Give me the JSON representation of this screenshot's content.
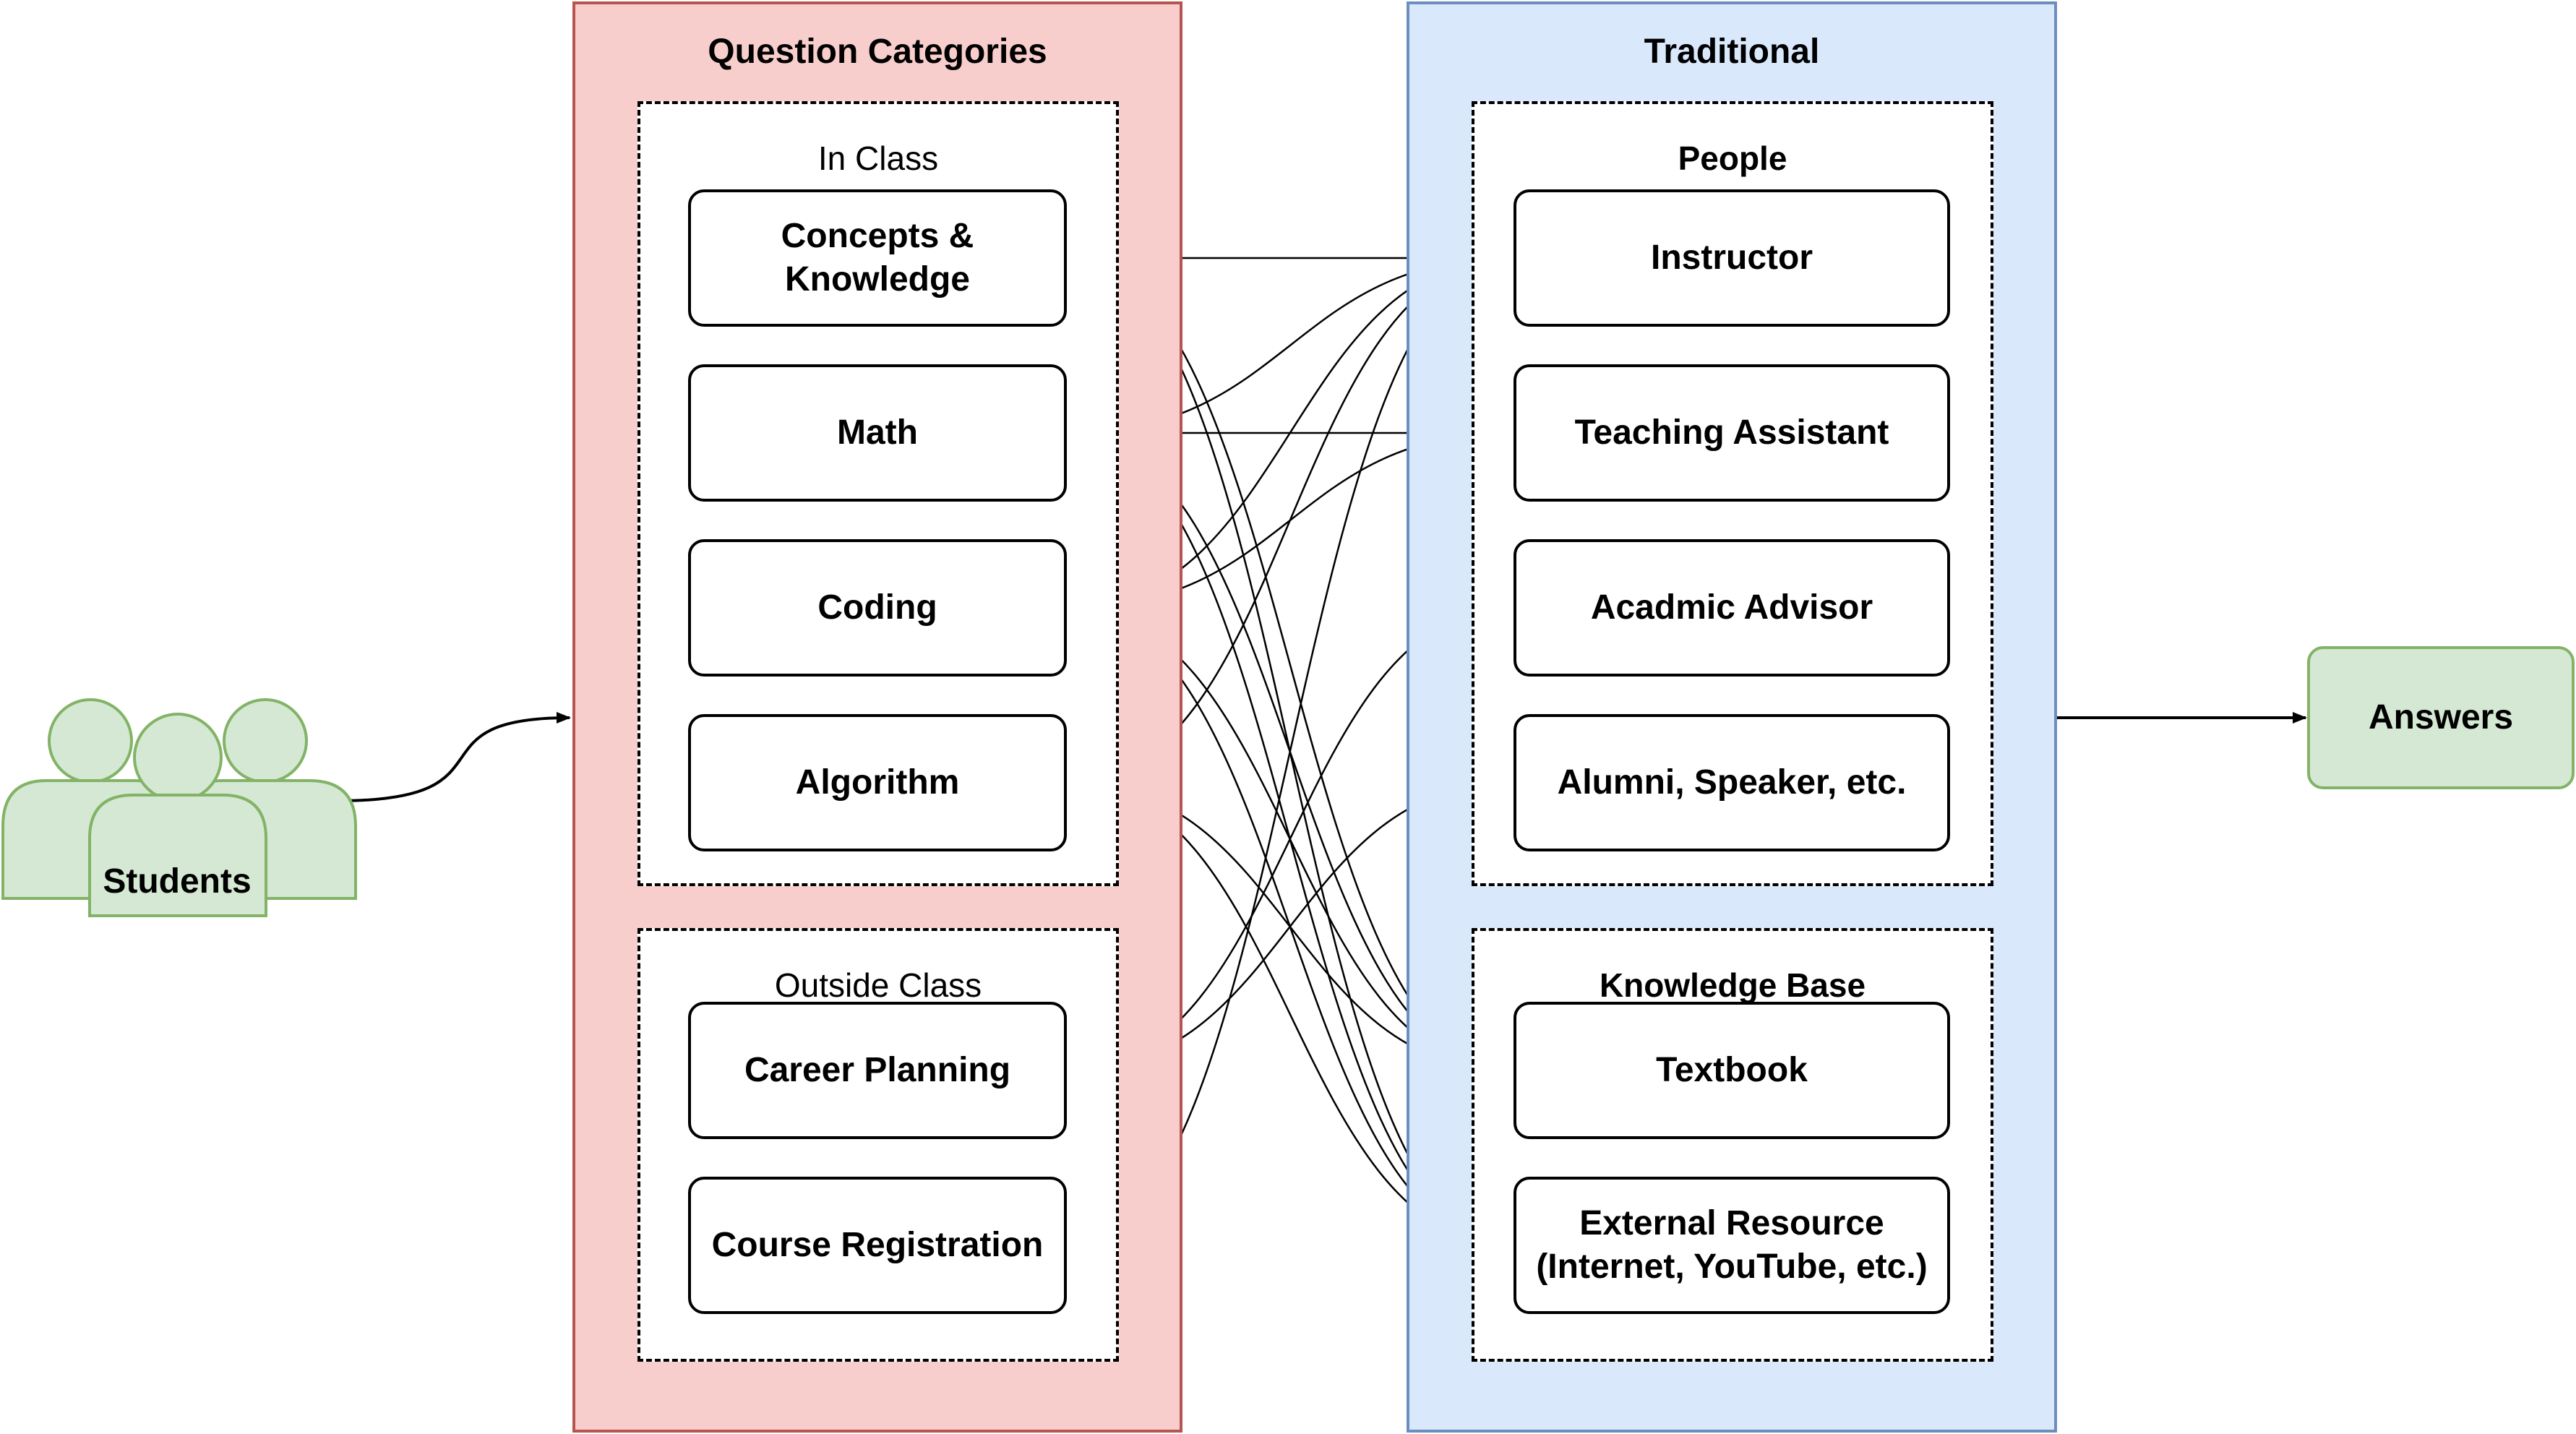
{
  "actors": {
    "students": "Students"
  },
  "question_categories": {
    "title": "Question Categories",
    "in_class": {
      "title": "In Class",
      "items": [
        "Concepts &\nKnowledge",
        "Math",
        "Coding",
        "Algorithm"
      ]
    },
    "outside_class": {
      "title": "Outside Class",
      "items": [
        "Career Planning",
        "Course Registration"
      ]
    }
  },
  "traditional": {
    "title": "Traditional",
    "people": {
      "title": "People",
      "items": [
        "Instructor",
        "Teaching Assistant",
        "Acadmic Advisor",
        "Alumni, Speaker, etc."
      ]
    },
    "knowledge_base": {
      "title": "Knowledge Base",
      "items": [
        "Textbook",
        "External Resource\n(Internet, YouTube, etc.)"
      ]
    }
  },
  "output": {
    "answers": "Answers"
  },
  "colors": {
    "left_panel_fill": "#f8cecc",
    "left_panel_border": "#b85450",
    "right_panel_fill": "#dae8fc",
    "right_panel_border": "#6c8ebf",
    "green_fill": "#d5e8d4",
    "green_border": "#82b366"
  },
  "links": [
    {
      "from": "Concepts &\nKnowledge",
      "to": "Instructor"
    },
    {
      "from": "Concepts &\nKnowledge",
      "to": "Textbook"
    },
    {
      "from": "Concepts &\nKnowledge",
      "to": "External Resource\n(Internet, YouTube, etc.)"
    },
    {
      "from": "Math",
      "to": "Instructor"
    },
    {
      "from": "Math",
      "to": "Teaching Assistant"
    },
    {
      "from": "Math",
      "to": "Textbook"
    },
    {
      "from": "Math",
      "to": "External Resource\n(Internet, YouTube, etc.)"
    },
    {
      "from": "Coding",
      "to": "Instructor"
    },
    {
      "from": "Coding",
      "to": "Teaching Assistant"
    },
    {
      "from": "Coding",
      "to": "Textbook"
    },
    {
      "from": "Coding",
      "to": "External Resource\n(Internet, YouTube, etc.)"
    },
    {
      "from": "Algorithm",
      "to": "Instructor"
    },
    {
      "from": "Algorithm",
      "to": "Textbook"
    },
    {
      "from": "Algorithm",
      "to": "External Resource\n(Internet, YouTube, etc.)"
    },
    {
      "from": "Career Planning",
      "to": "Acadmic Advisor"
    },
    {
      "from": "Career Planning",
      "to": "Alumni, Speaker, etc."
    },
    {
      "from": "Course Registration",
      "to": "Instructor"
    }
  ]
}
